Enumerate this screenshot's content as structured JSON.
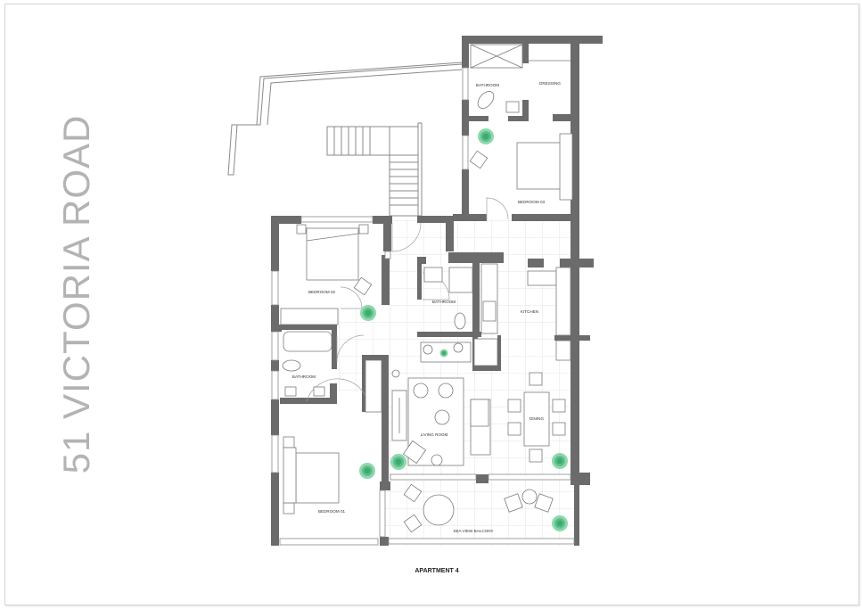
{
  "document": {
    "title": "51 VICTORIA ROAD",
    "caption": "APARTMENT 4"
  },
  "rooms": [
    {
      "id": "bathroom-3",
      "label": "BATHROOM"
    },
    {
      "id": "dressing",
      "label": "DRESSING"
    },
    {
      "id": "bedroom-03",
      "label": "BEDROOM 03"
    },
    {
      "id": "bedroom-02",
      "label": "BEDROOM 02"
    },
    {
      "id": "bathroom-center",
      "label": "BATHROOM"
    },
    {
      "id": "kitchen",
      "label": "KITCHEN"
    },
    {
      "id": "bathroom-left",
      "label": "BATHROOM"
    },
    {
      "id": "living-room",
      "label": "LIVING ROOM"
    },
    {
      "id": "dining",
      "label": "DINING"
    },
    {
      "id": "bedroom-01",
      "label": "BEDROOM 01"
    },
    {
      "id": "balcony",
      "label": "SEA VIEW BALCONY"
    }
  ],
  "colors": {
    "wall": "#6b6b6b",
    "line": "#8a8a8a",
    "tile": "#dcdcdc",
    "plant": "#5cc08a",
    "title": "#b3b3b3"
  }
}
